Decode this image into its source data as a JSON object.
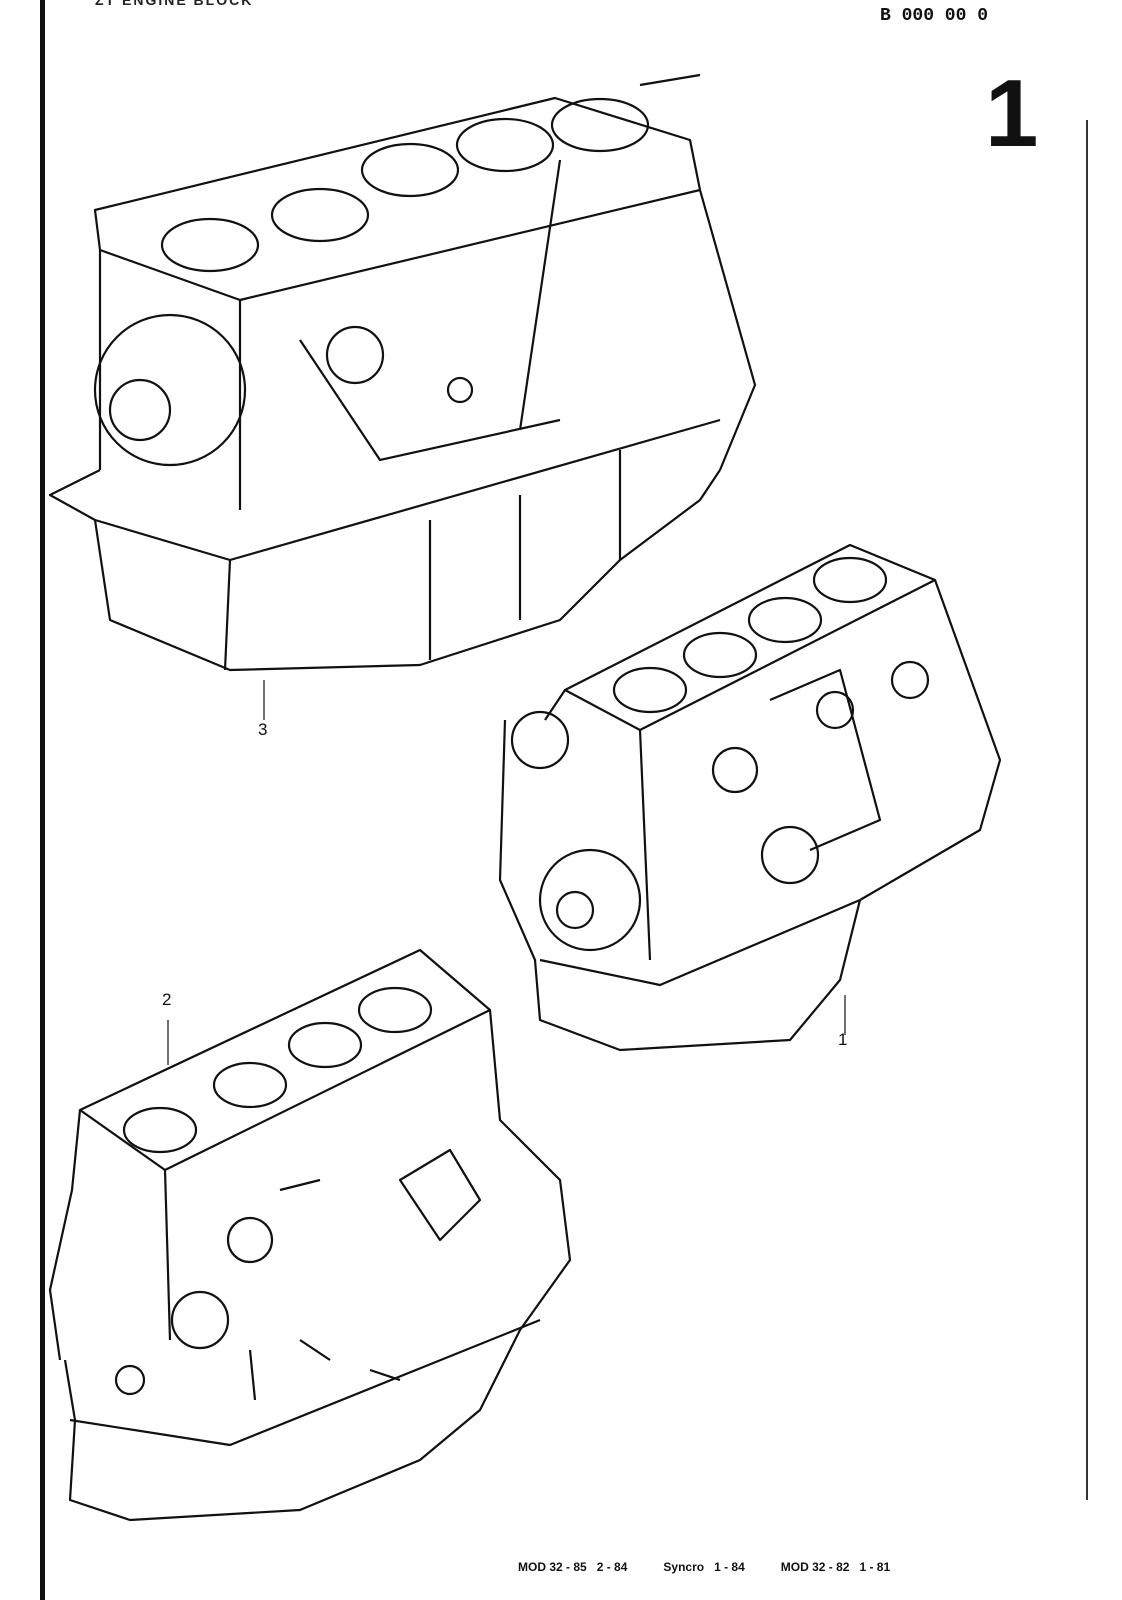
{
  "header": {
    "section_title": "ZT ENGINE BLOCK",
    "part_group_code": "B 000 00 0",
    "page_number": "1"
  },
  "callouts": [
    "3",
    "2",
    "1"
  ],
  "footer": {
    "entries": [
      "MOD 32 - 85   2 - 84",
      "Syncro   1 - 84",
      "MOD 32 - 82   1 - 81"
    ]
  }
}
